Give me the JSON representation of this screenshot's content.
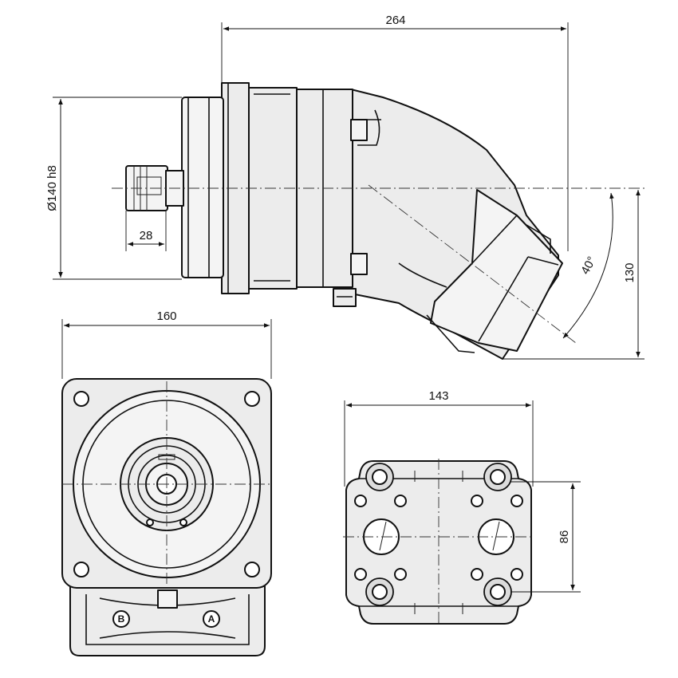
{
  "dimensions": {
    "overall_length": "264",
    "flange_diameter": "Ø140 h8",
    "shaft_length": "28",
    "bend_angle": "40°",
    "side_height": "130",
    "flange_width": "160",
    "port_plate_width": "143",
    "port_spacing": "86"
  },
  "ports": {
    "port_b": "B",
    "port_a": "A"
  },
  "colors": {
    "line": "#111111",
    "body_fill": "#ececec",
    "background": "#ffffff"
  }
}
